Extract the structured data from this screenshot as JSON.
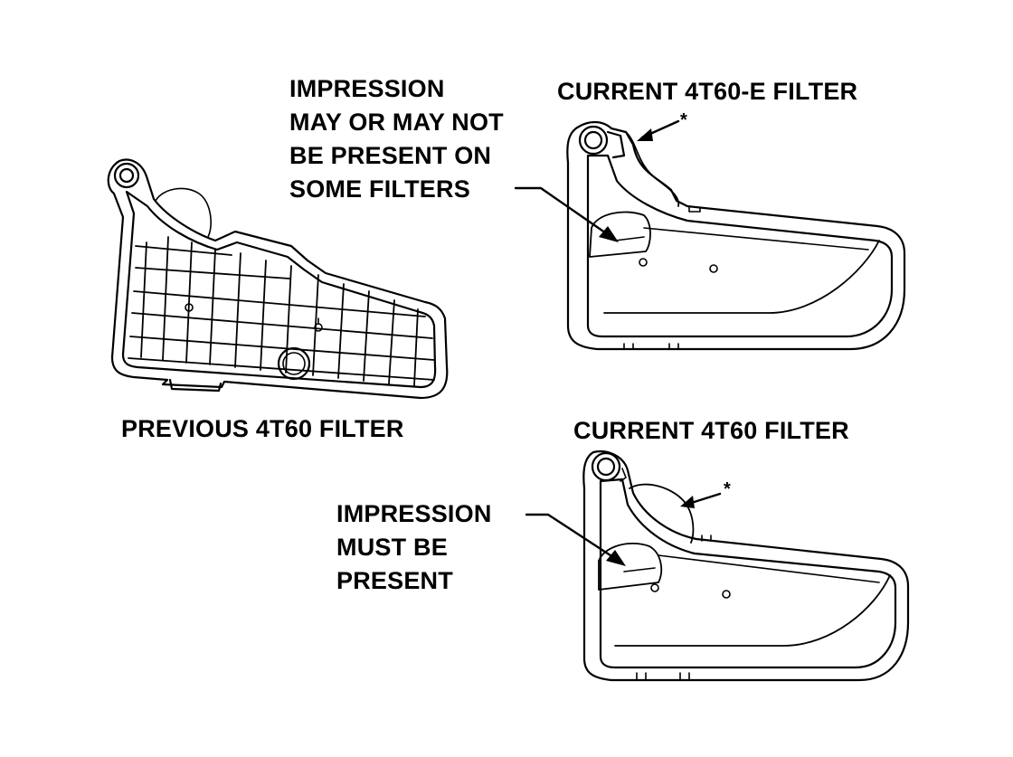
{
  "labels": {
    "previous_filter": "PREVIOUS 4T60 FILTER",
    "current_4t60e_filter": "CURRENT 4T60-E FILTER",
    "current_4t60_filter": "CURRENT 4T60 FILTER",
    "note_top": [
      "IMPRESSION",
      "MAY OR MAY NOT",
      "BE PRESENT ON",
      "SOME FILTERS"
    ],
    "note_bottom": [
      "IMPRESSION",
      "MUST BE",
      "PRESENT"
    ],
    "asterisk_top": "*",
    "asterisk_bottom": "*"
  },
  "colors": {
    "ink": "#000000",
    "paper": "#ffffff"
  }
}
